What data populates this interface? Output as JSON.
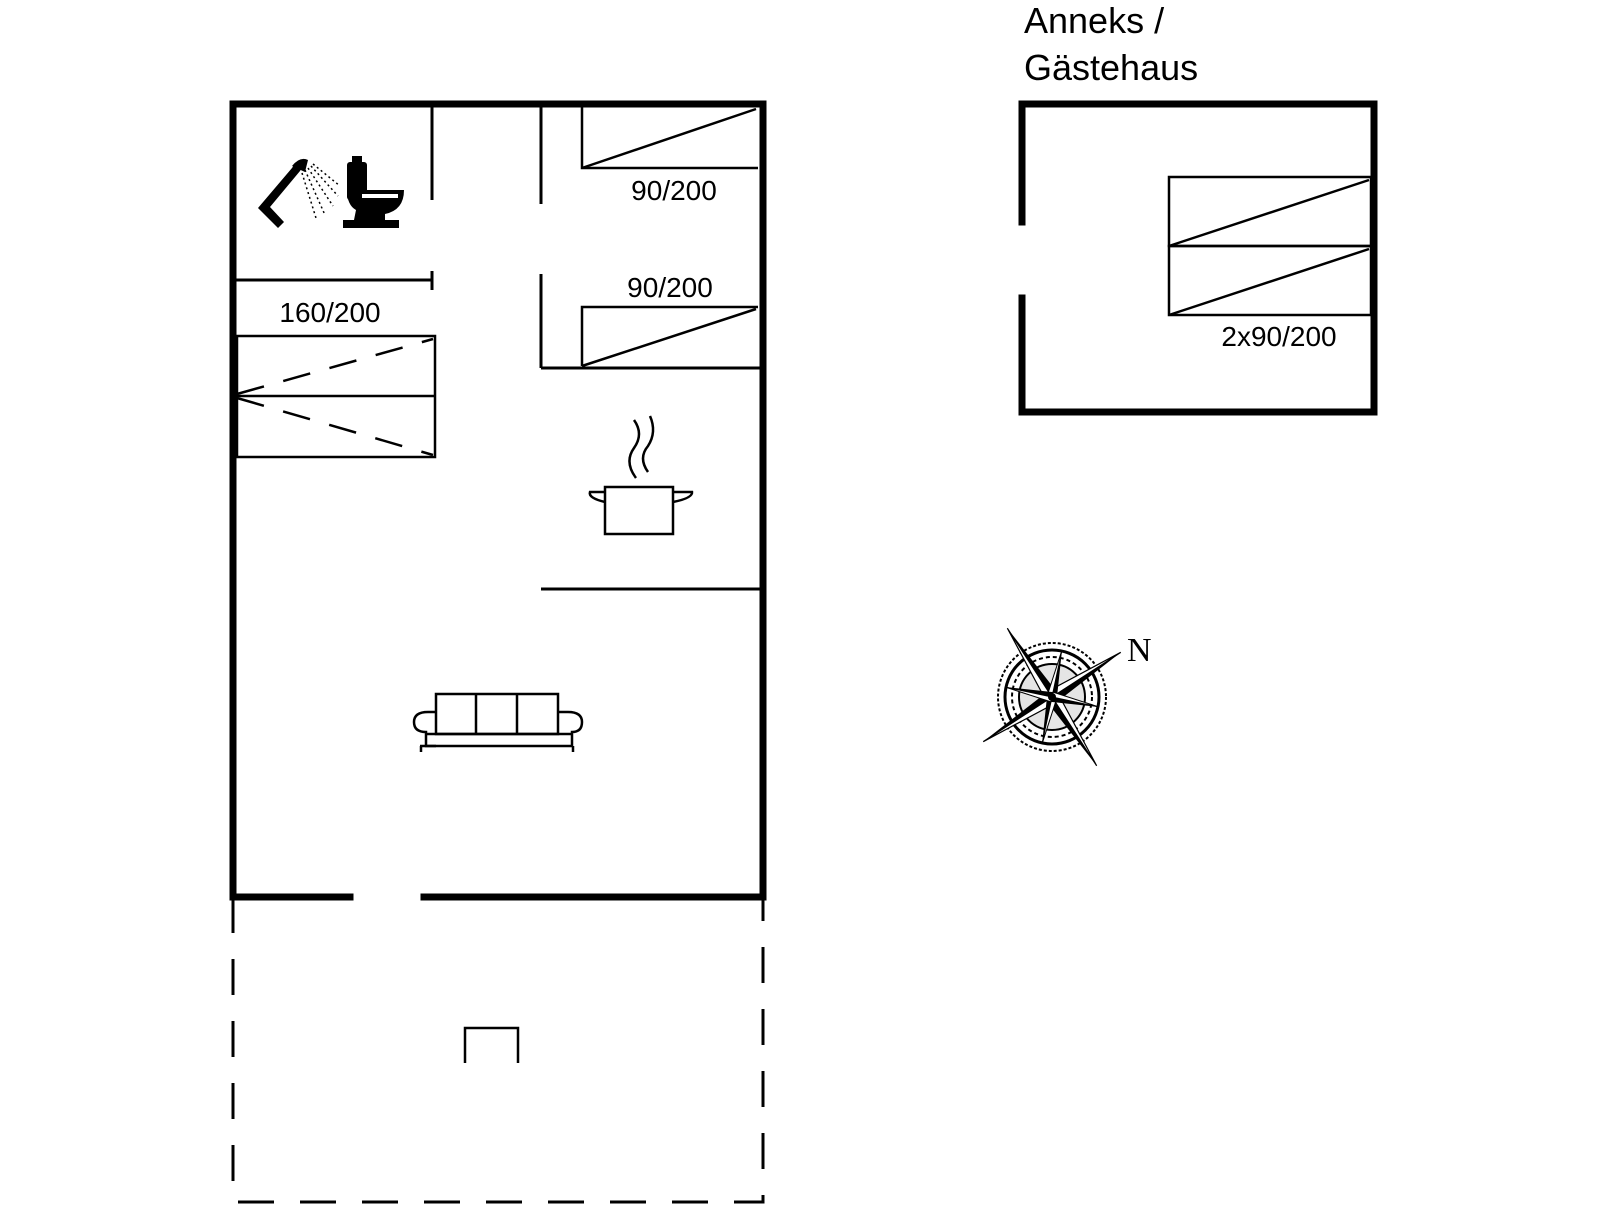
{
  "annex": {
    "title_line1": "Anneks /",
    "title_line2": "Gästehaus",
    "bed_label": "2x90/200"
  },
  "main_house": {
    "bedroom_top_label": "90/200",
    "bedroom_middle_label": "90/200",
    "bedroom_left_label": "160/200"
  },
  "compass": {
    "north_label": "N"
  },
  "icons": {
    "shower": "shower-icon",
    "toilet": "toilet-icon",
    "kitchen": "cooking-pot-icon",
    "living": "sofa-icon",
    "terrace": "barbecue-icon",
    "compass": "compass-rose-icon"
  },
  "colors": {
    "line": "#000000",
    "background": "#ffffff"
  }
}
